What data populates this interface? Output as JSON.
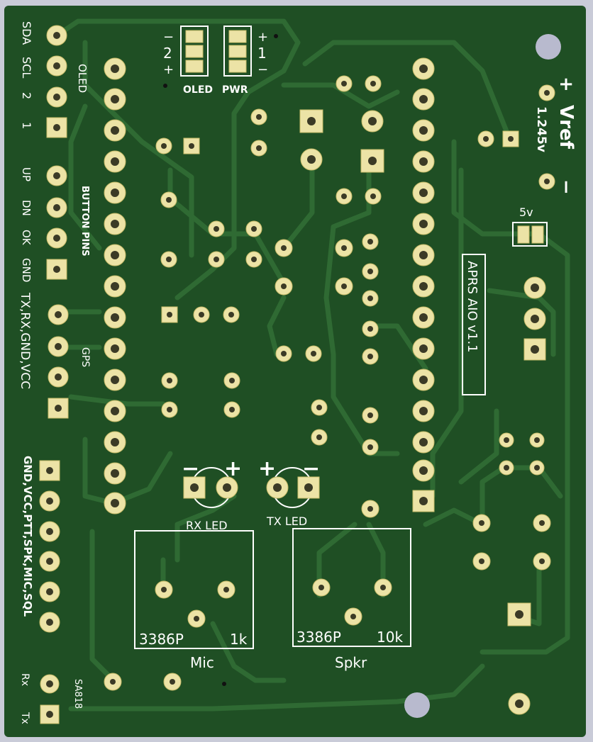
{
  "board": {
    "title": "APRS AIO v1.1",
    "colors": {
      "board": "#1f4f24",
      "silk": "#ffffff",
      "pad": "#ece3a6",
      "trace": "#2f6a33",
      "background": "#c9cbd8"
    }
  },
  "oled_header": {
    "pins": [
      "SDA",
      "SCL",
      "2",
      "1"
    ],
    "label": "OLED"
  },
  "button_header": {
    "pins": [
      "UP",
      "DN",
      "OK",
      "GND"
    ],
    "label": "BUTTON PINS"
  },
  "gps_header": {
    "pins": "TX,RX,GND,VCC",
    "label": "GPS"
  },
  "radio_header": {
    "pins": "GND,VCC,PTT,SPK,MIC,SQL"
  },
  "sa818_header": {
    "pins": [
      "Rx",
      "Tx"
    ],
    "label": "SA818"
  },
  "jumpers": {
    "oled": {
      "label": "OLED",
      "number": "2",
      "minus": "−",
      "plus": "+"
    },
    "pwr": {
      "label": "PWR",
      "number": "1",
      "minus": "−",
      "plus": "+"
    },
    "five_v": {
      "label": "5v"
    }
  },
  "vref": {
    "label": "Vref",
    "value": "1.245v",
    "plus": "+",
    "minus": "−"
  },
  "leds": {
    "rx": {
      "label": "RX LED",
      "minus": "−",
      "plus": "+"
    },
    "tx": {
      "label": "TX LED",
      "minus": "−",
      "plus": "+"
    }
  },
  "pots": {
    "mic": {
      "part": "3386P",
      "value": "1k",
      "label": "Mic"
    },
    "spkr": {
      "part": "3386P",
      "value": "10k",
      "label": "Spkr"
    }
  }
}
